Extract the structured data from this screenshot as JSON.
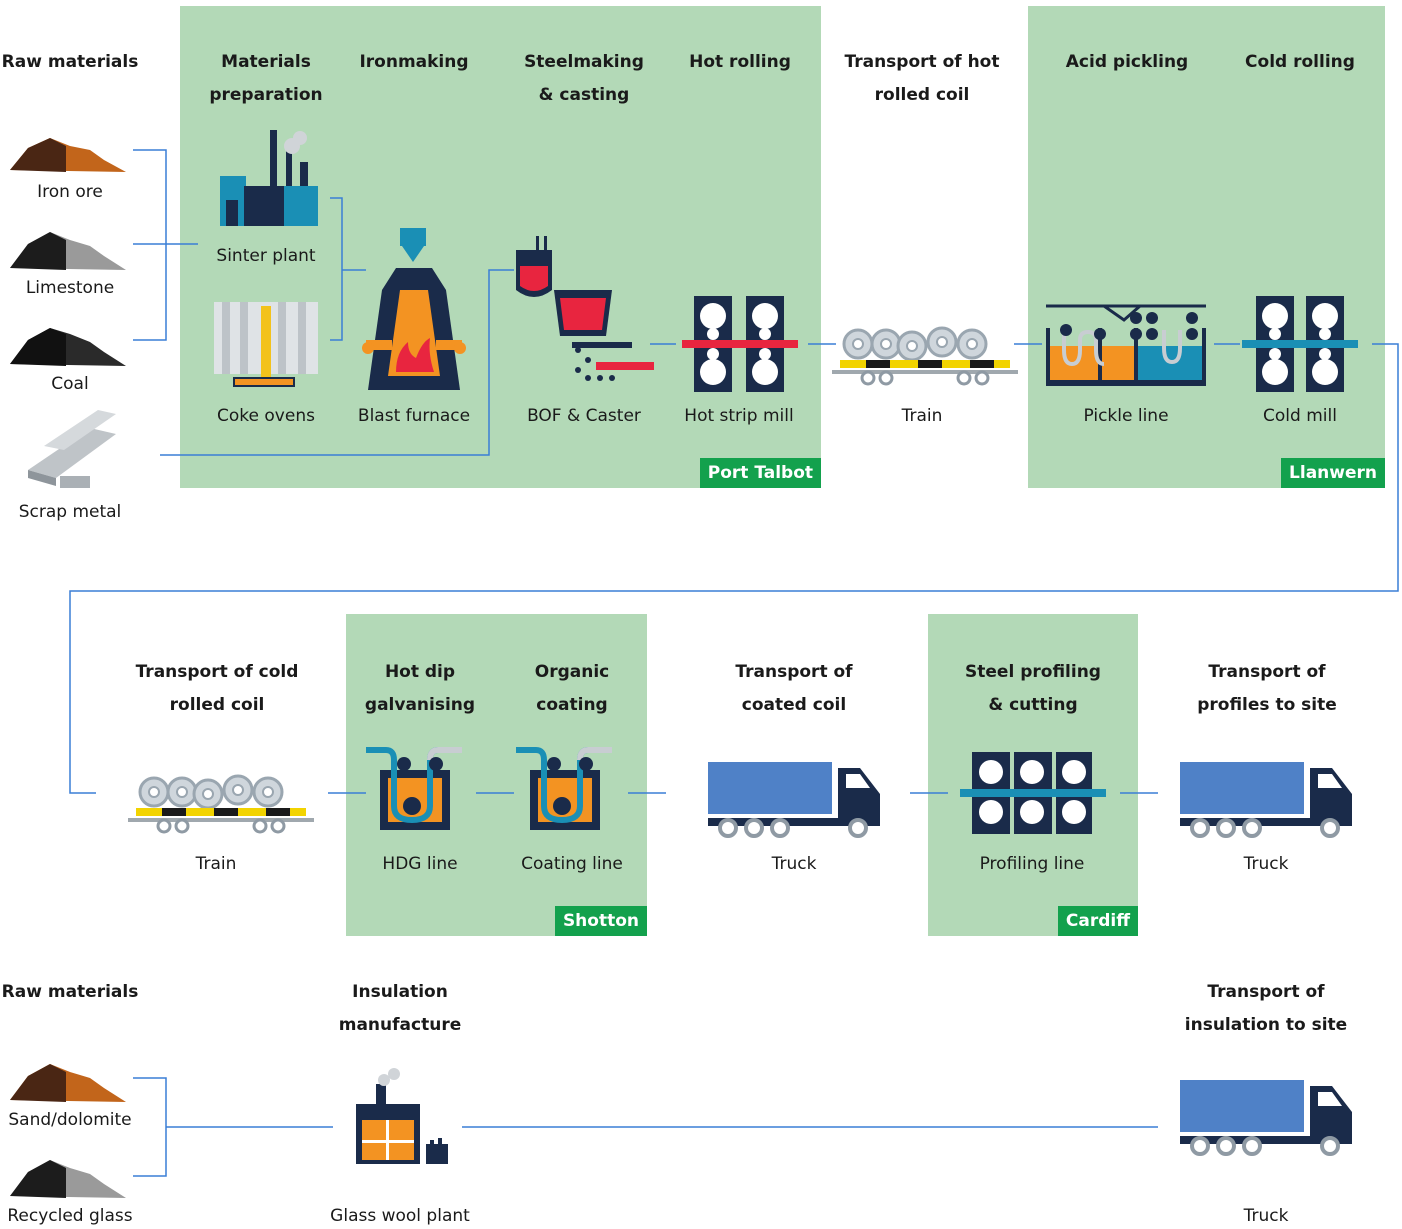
{
  "sites": {
    "port_talbot": "Port Talbot",
    "llanwern": "Llanwern",
    "shotton": "Shotton",
    "cardiff": "Cardiff"
  },
  "row1": {
    "headers": {
      "raw_materials": "Raw materials",
      "materials_preparation": "Materials\npreparation",
      "ironmaking": "Ironmaking",
      "steelmaking": "Steelmaking\n& casting",
      "hot_rolling": "Hot rolling",
      "transport_hot": "Transport of hot\nrolled coil",
      "acid_pickling": "Acid pickling",
      "cold_rolling": "Cold rolling"
    },
    "labels": {
      "iron_ore": "Iron ore",
      "limestone": "Limestone",
      "coal": "Coal",
      "scrap_metal": "Scrap metal",
      "sinter_plant": "Sinter plant",
      "coke_ovens": "Coke ovens",
      "blast_furnace": "Blast furnace",
      "bof_caster": "BOF & Caster",
      "hot_strip_mill": "Hot strip mill",
      "train": "Train",
      "pickle_line": "Pickle line",
      "cold_mill": "Cold mill"
    }
  },
  "row2": {
    "headers": {
      "transport_cold": "Transport of cold\nrolled coil",
      "hot_dip": "Hot dip\ngalvanising",
      "organic": "Organic\ncoating",
      "transport_coated": "Transport of\ncoated coil",
      "profiling": "Steel profiling\n& cutting",
      "transport_profiles": "Transport of\nprofiles to site"
    },
    "labels": {
      "train": "Train",
      "hdg_line": "HDG line",
      "coating_line": "Coating line",
      "truck": "Truck",
      "profiling_line": "Profiling line",
      "truck2": "Truck"
    }
  },
  "row3": {
    "headers": {
      "raw_materials": "Raw materials",
      "insulation": "Insulation\nmanufacture",
      "transport_insulation": "Transport of\ninsulation to site"
    },
    "labels": {
      "sand": "Sand/dolomite",
      "recycled_glass": "Recycled glass",
      "glass_wool": "Glass wool plant",
      "truck": "Truck"
    }
  },
  "colors": {
    "zone": "#b3d9b7",
    "tag": "#13a14d",
    "connector": "#3a7fd5",
    "navy": "#1a2b4a",
    "orange": "#f39322",
    "red": "#e8253f",
    "teal": "#1a8fb5",
    "truck_blue": "#4f81c7"
  }
}
